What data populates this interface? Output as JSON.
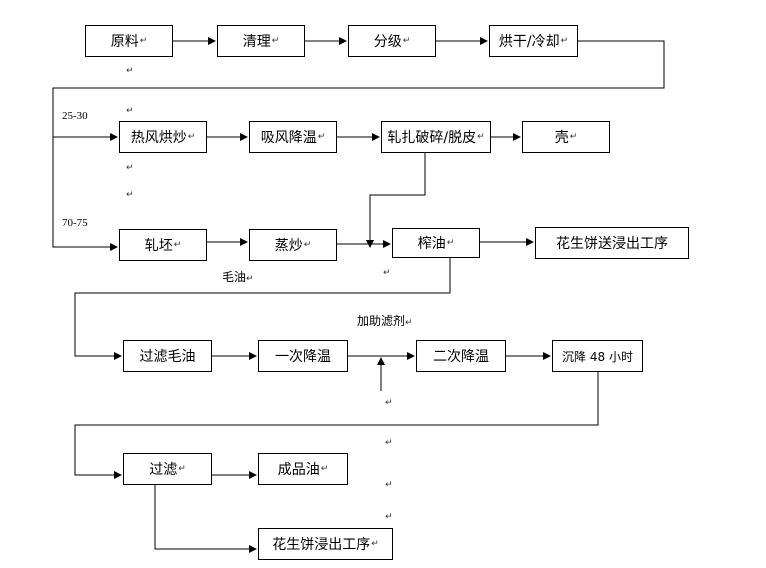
{
  "nodes": {
    "raw": "原料",
    "clean": "清理",
    "grade": "分级",
    "dry": "烘干/冷却",
    "roast": "热风烘炒",
    "suction": "吸风降温",
    "crush": "轧扎破碎/脱皮",
    "shell": "壳",
    "flake": "轧坯",
    "steam": "蒸炒",
    "press": "榨油",
    "cake1": "花生饼送浸出工序",
    "filter_crude": "过滤毛油",
    "cool1": "一次降温",
    "cool2": "二次降温",
    "settle": "沉降 48 小时",
    "filter": "过滤",
    "product": "成品油",
    "cake2": "花生饼浸出工序"
  },
  "labels": {
    "temp1": "25-30",
    "temp2": "70-75",
    "crude_oil": "毛油",
    "filter_aid": "加助滤剂"
  },
  "para_mark": "↵"
}
